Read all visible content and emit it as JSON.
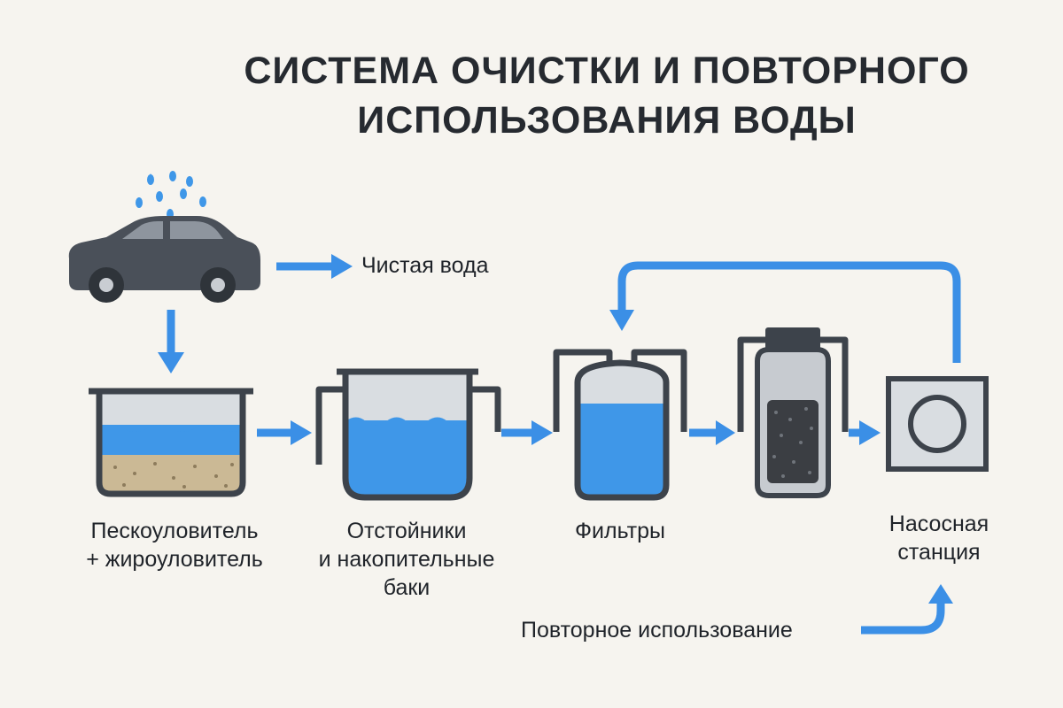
{
  "title": {
    "line1": "СИСТЕМА ОЧИСТКИ И ПОВТОРНОГО",
    "line2": "ИСПОЛЬЗОВАНИЯ ВОДЫ"
  },
  "labels": {
    "clean_water": "Чистая вода",
    "sand_trap": {
      "line1": "Пескоуловитель",
      "line2": "+ жироуловитель"
    },
    "settlers": {
      "line1": "Отстойники",
      "line2": "и накопительные",
      "line3": "баки"
    },
    "filters": "Фильтры",
    "pump_station": {
      "line1": "Насосная",
      "line2": "станция"
    },
    "reuse": "Повторное использование"
  },
  "colors": {
    "water_blue": "#3f97e8",
    "arrow_blue": "#3b8fe6",
    "outline": "#3d434b",
    "car_body": "#4a5059",
    "sand": "#cbb995",
    "carbon": "#3b3e43",
    "background": "#f6f4ef"
  },
  "icons": {
    "car": "car-icon",
    "rain": "rain-drops-icon",
    "sand_trap": "sand-trap-tank-icon",
    "settler": "settling-tank-icon",
    "filter": "filter-vessel-icon",
    "carbon_filter": "carbon-filter-cartridge-icon",
    "pump": "pump-station-icon"
  }
}
